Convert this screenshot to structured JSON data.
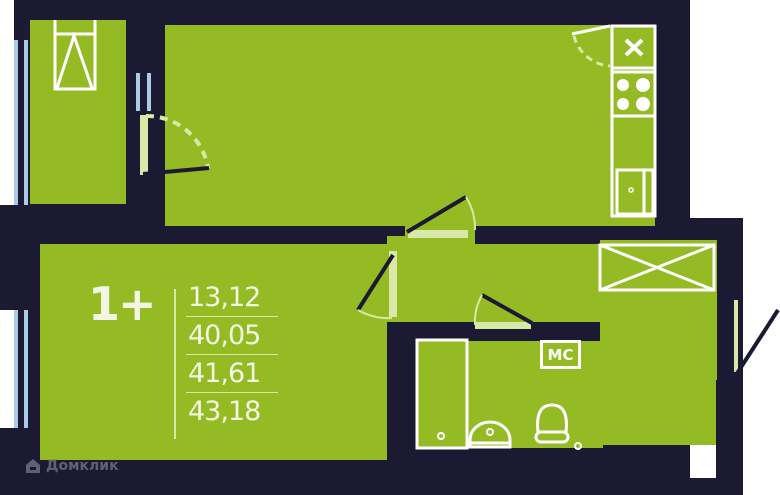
{
  "plan": {
    "room_count_label": "1+",
    "areas": [
      {
        "key": "kitchen_area",
        "value": "13,12"
      },
      {
        "key": "living_area",
        "value": "40,05"
      },
      {
        "key": "total_area",
        "value": "41,61"
      },
      {
        "key": "total_area_with_balcony",
        "value": "43,18"
      }
    ],
    "bathroom_label": "МС",
    "watermark": "Домклик",
    "colors": {
      "room_fill": "#95bb24",
      "wall": "#1c1a33",
      "window_glass": "#a9cbe6",
      "door_opening": "#d7e8a7",
      "fixture_lines": "#ffffff",
      "text": "#f2f6e2"
    }
  }
}
